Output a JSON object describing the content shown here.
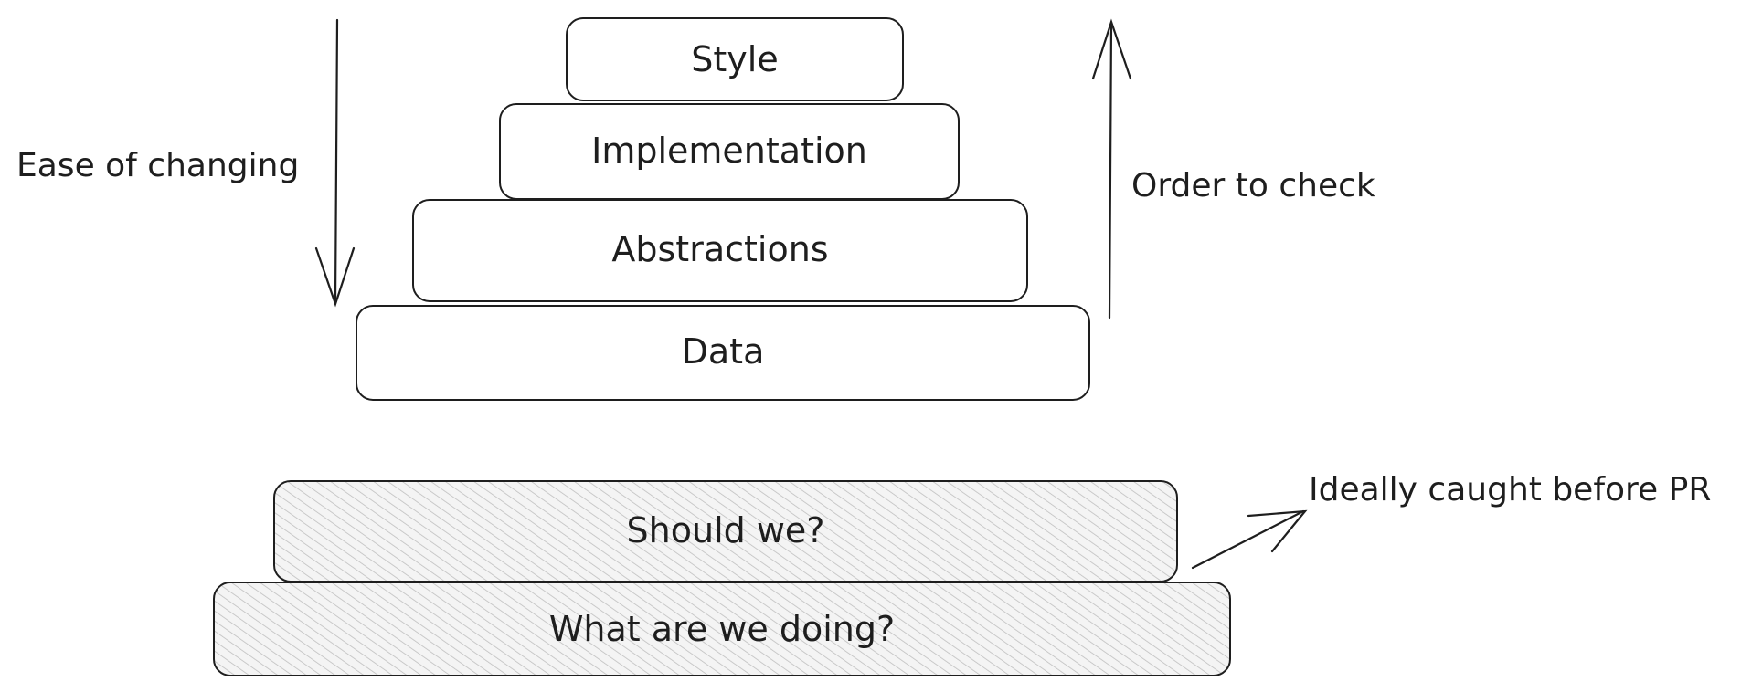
{
  "pyramid": {
    "layers": [
      {
        "label": "Style"
      },
      {
        "label": "Implementation"
      },
      {
        "label": "Abstractions"
      },
      {
        "label": "Data"
      }
    ]
  },
  "left_arrow": {
    "label": "Ease of changing",
    "direction": "down"
  },
  "right_arrow": {
    "label": "Order to check",
    "direction": "up"
  },
  "bottom_stack": {
    "layers": [
      {
        "label": "Should we?"
      },
      {
        "label": "What are we doing?"
      }
    ],
    "fill": "hatched"
  },
  "callout": {
    "label": "Ideally caught before PR"
  },
  "colors": {
    "stroke": "#1e1e1e",
    "hatch": "#bfbfbf",
    "background": "#ffffff"
  }
}
